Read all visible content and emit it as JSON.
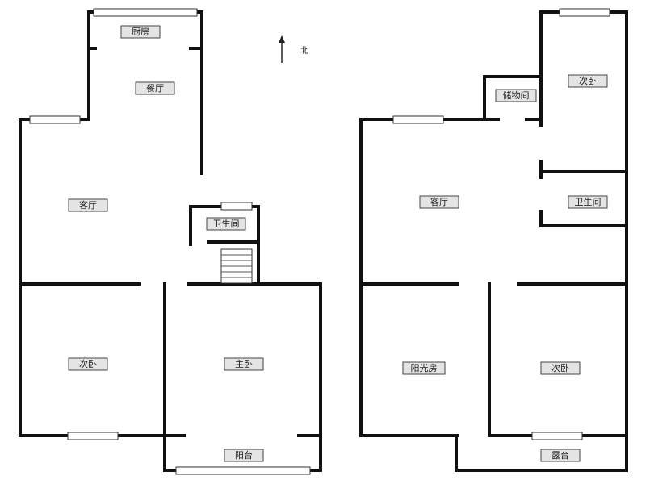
{
  "compass": {
    "label": "北"
  },
  "plans": [
    {
      "rooms": {
        "kitchen": "厨房",
        "dining": "餐厅",
        "living": "客厅",
        "bathroom": "卫生间",
        "second_bedroom": "次卧",
        "master_bedroom": "主卧",
        "balcony": "阳台"
      }
    },
    {
      "rooms": {
        "storage": "储物间",
        "second_bedroom_top": "次卧",
        "living": "客厅",
        "bathroom": "卫生间",
        "sunroom": "阳光房",
        "second_bedroom_bottom": "次卧",
        "terrace": "露台"
      }
    }
  ],
  "colors": {
    "wall": "#111111",
    "label_bg": "#e4e4e4"
  }
}
